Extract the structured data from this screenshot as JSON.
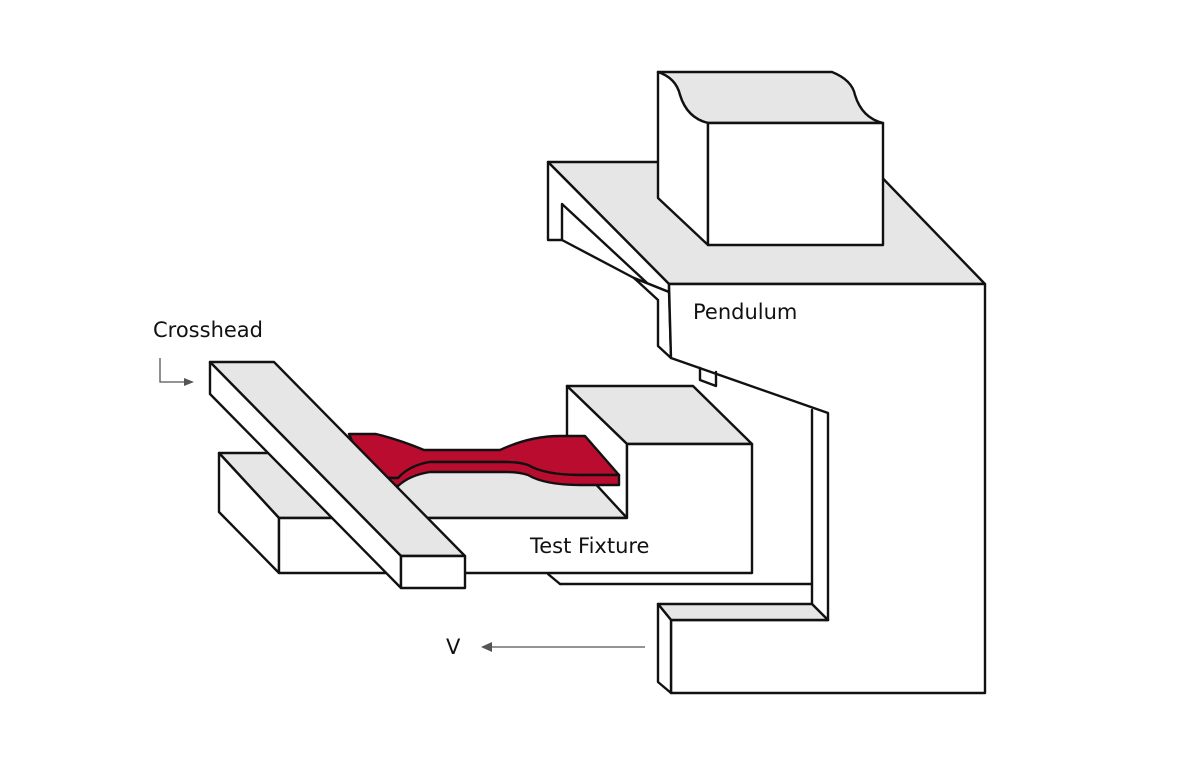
{
  "labels": {
    "crosshead": "Crosshead",
    "pendulum": "Pendulum",
    "test_fixture": "Test Fixture",
    "velocity": "V"
  },
  "colors": {
    "specimen": "#ba0c2f",
    "top_faces": "#e6e6e6",
    "outline": "#111111",
    "arrow": "#555555"
  }
}
